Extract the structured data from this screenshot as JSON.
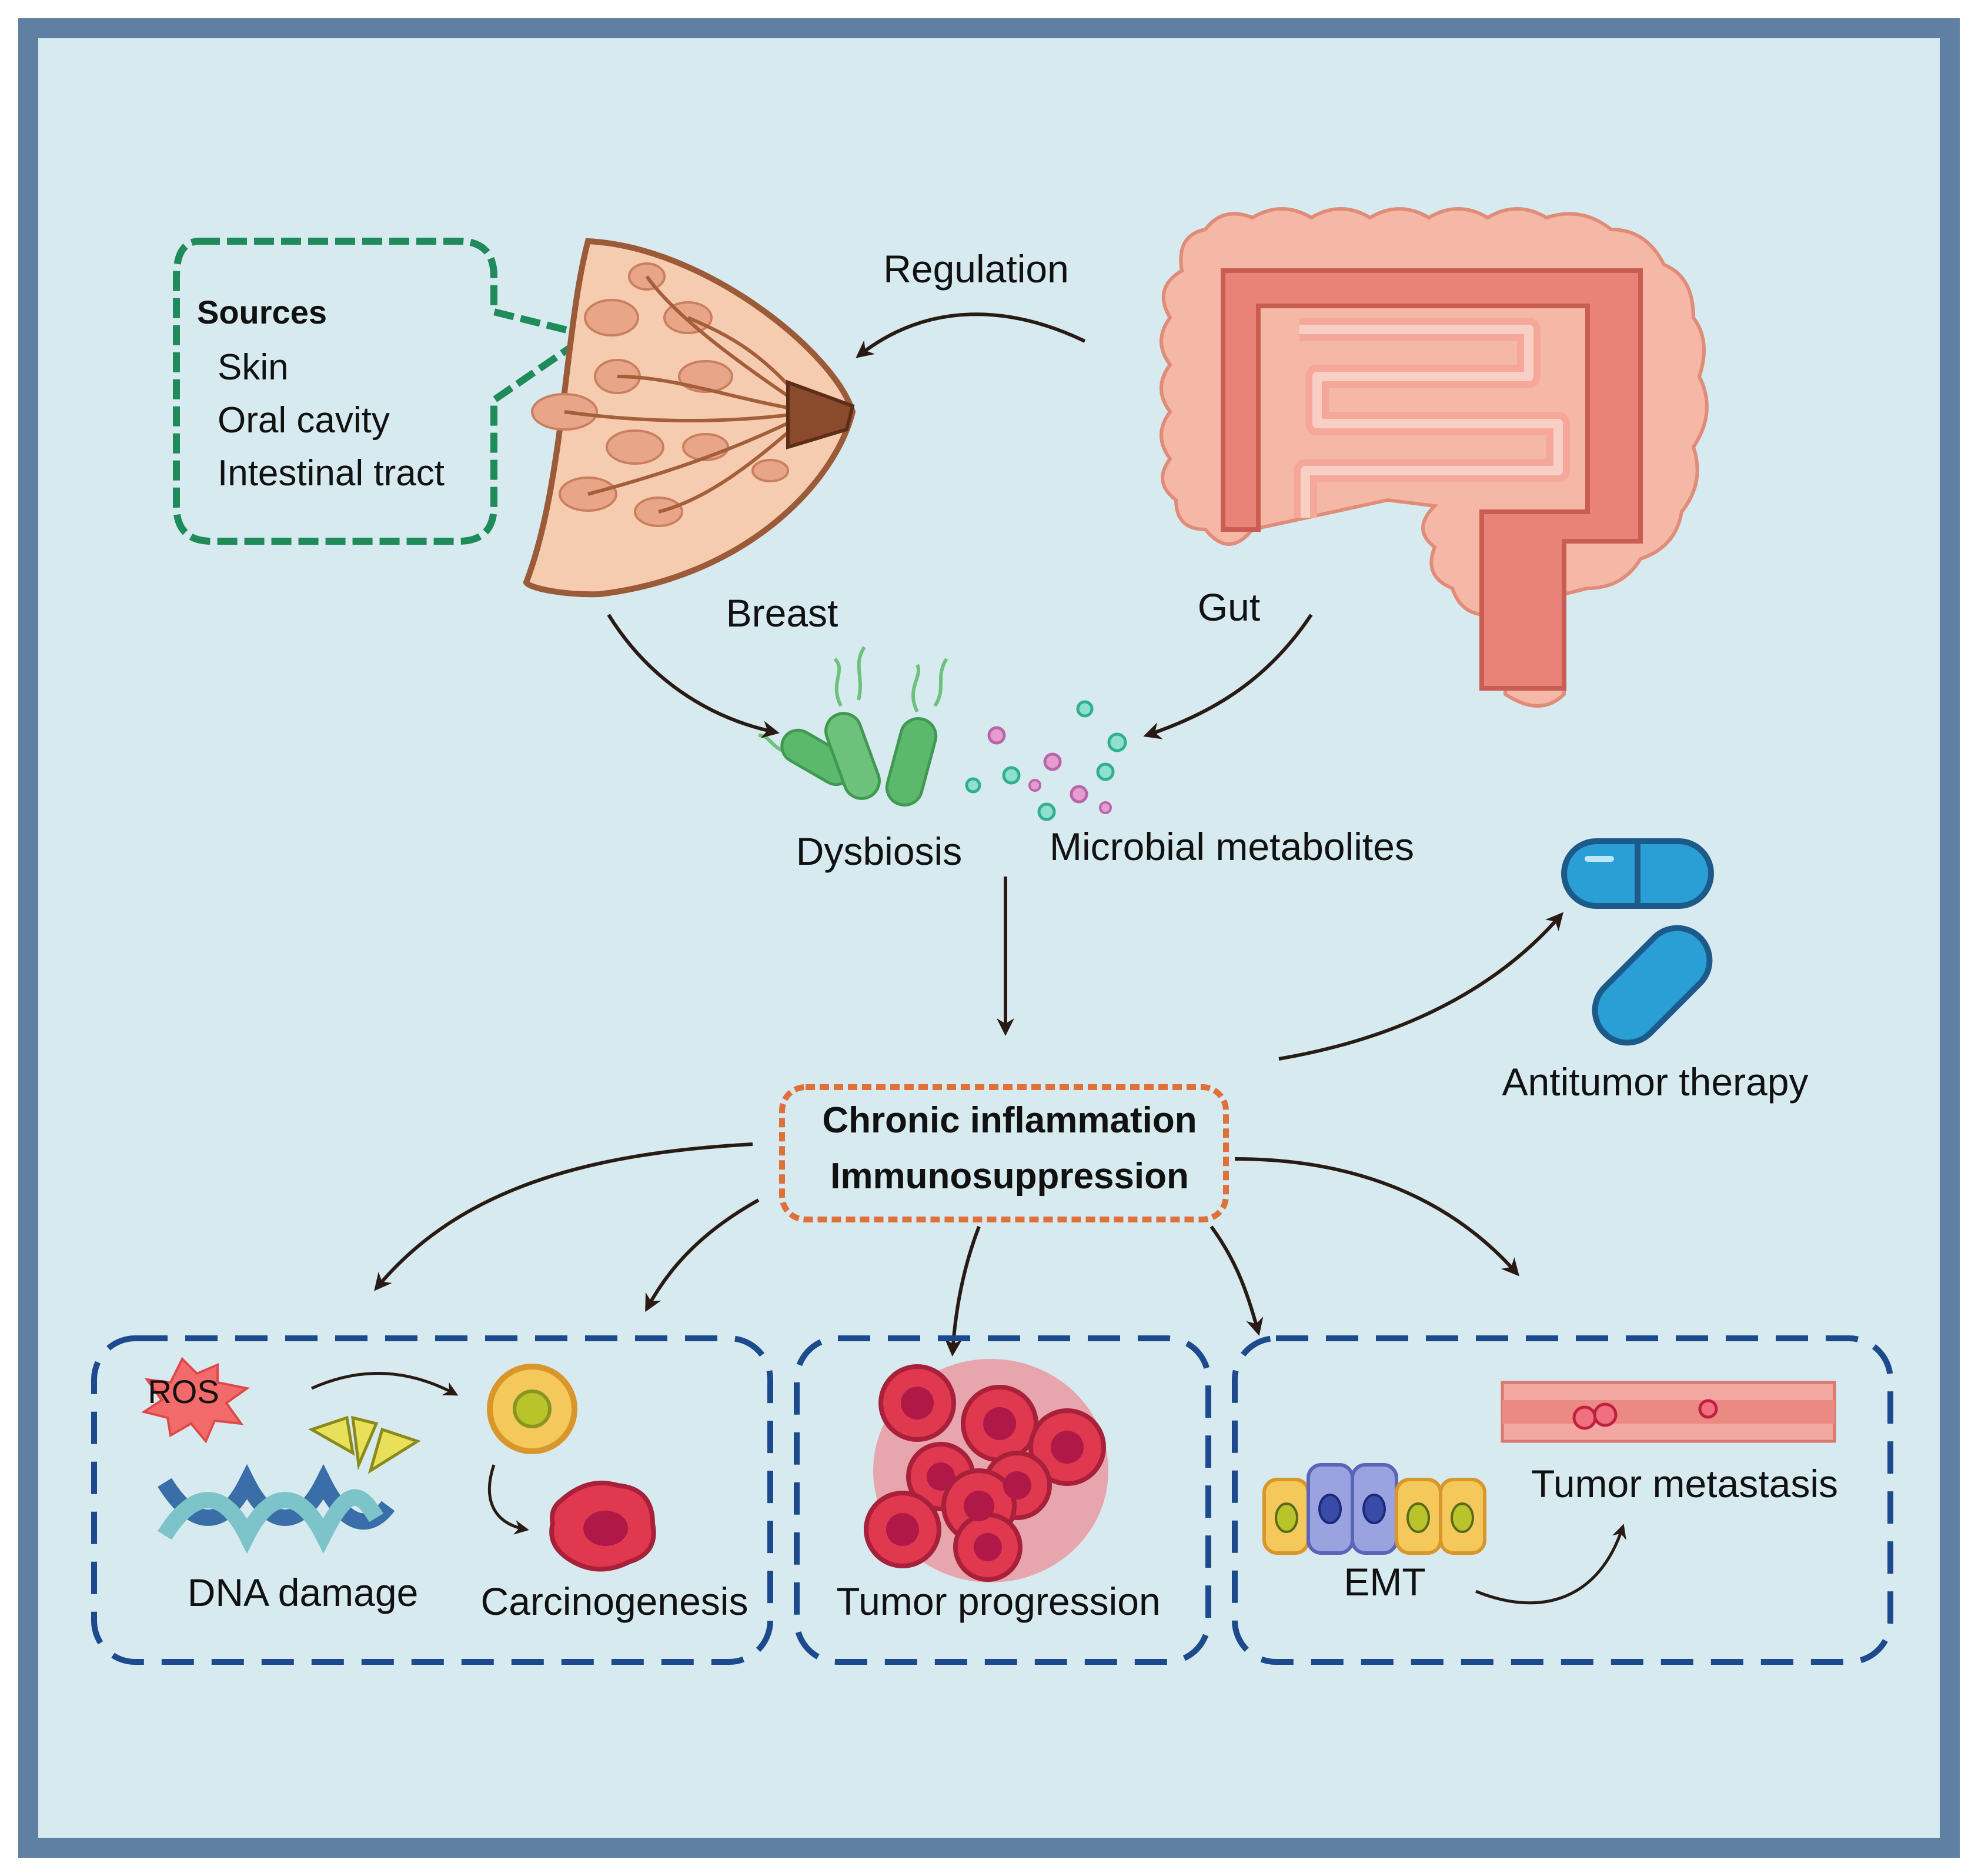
{
  "sources_box": {
    "title": "Sources",
    "items": [
      "Skin",
      "Oral cavity",
      "Intestinal tract"
    ]
  },
  "labels": {
    "regulation": "Regulation",
    "breast": "Breast",
    "gut": "Gut",
    "dysbiosis": "Dysbiosis",
    "microbial_metabolites": "Microbial metabolites",
    "antitumor_therapy": "Antitumor therapy",
    "ros": "ROS",
    "dna_damage": "DNA damage",
    "carcinogenesis": "Carcinogenesis",
    "tumor_progression": "Tumor progression",
    "emt": "EMT",
    "tumor_metastasis": "Tumor metastasis"
  },
  "center_box": {
    "line1": "Chronic inflammation",
    "line2": "Immunosuppression"
  },
  "colors": {
    "background": "#d6eaf0",
    "frame": "#5f7fa3",
    "sources_border": "#1f8a5a",
    "center_border": "#e0703a",
    "panel_border": "#1d4a8c",
    "arrow": "#2a1a14",
    "gut": "#e9837a",
    "breast": "#f6ccb0",
    "bacteria": "#6cc27a",
    "tumor": "#e0384e",
    "pill": "#2a9fd6"
  }
}
